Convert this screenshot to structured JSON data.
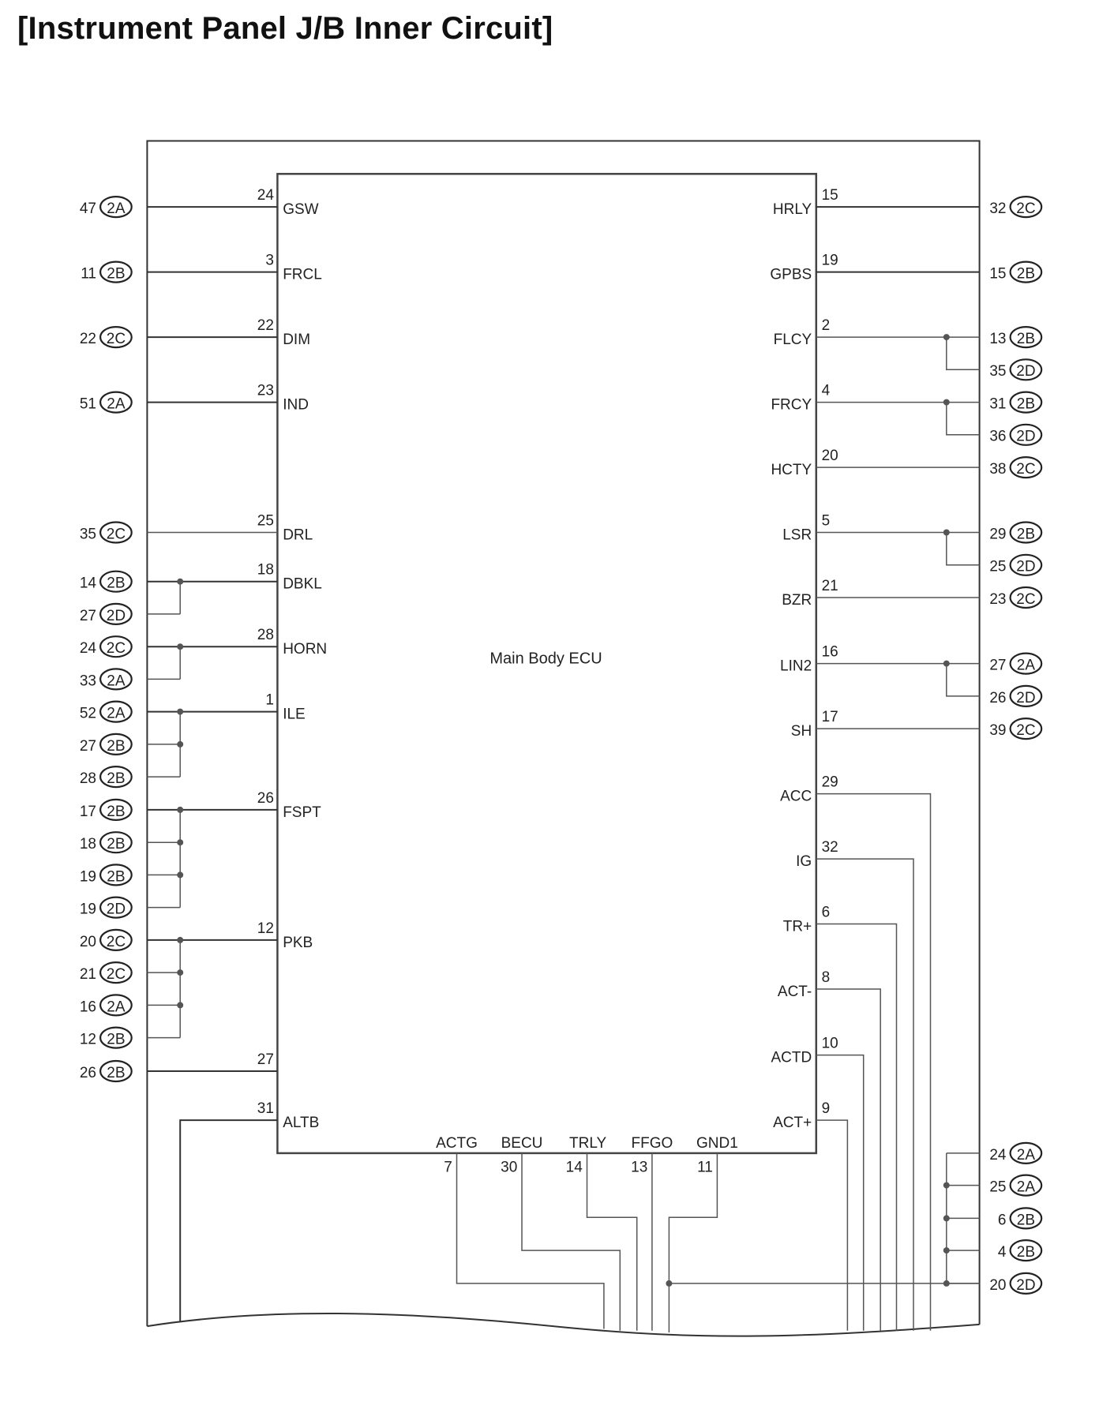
{
  "title": "[Instrument Panel J/B Inner Circuit]",
  "ecu_label": "Main Body ECU",
  "left_pins": [
    {
      "pin": "24",
      "name": "GSW",
      "ext": [
        {
          "num": "47",
          "conn": "2A"
        }
      ]
    },
    {
      "pin": "3",
      "name": "FRCL",
      "ext": [
        {
          "num": "11",
          "conn": "2B"
        }
      ]
    },
    {
      "pin": "22",
      "name": "DIM",
      "ext": [
        {
          "num": "22",
          "conn": "2C"
        }
      ]
    },
    {
      "pin": "23",
      "name": "IND",
      "ext": [
        {
          "num": "51",
          "conn": "2A"
        }
      ]
    },
    {
      "pin": "25",
      "name": "DRL",
      "ext": [
        {
          "num": "35",
          "conn": "2C"
        }
      ]
    },
    {
      "pin": "18",
      "name": "DBKL",
      "ext": [
        {
          "num": "14",
          "conn": "2B"
        },
        {
          "num": "27",
          "conn": "2D"
        }
      ]
    },
    {
      "pin": "28",
      "name": "HORN",
      "ext": [
        {
          "num": "24",
          "conn": "2C"
        },
        {
          "num": "33",
          "conn": "2A"
        }
      ]
    },
    {
      "pin": "1",
      "name": "ILE",
      "ext": [
        {
          "num": "52",
          "conn": "2A"
        },
        {
          "num": "27",
          "conn": "2B"
        },
        {
          "num": "28",
          "conn": "2B"
        }
      ]
    },
    {
      "pin": "26",
      "name": "FSPT",
      "ext": [
        {
          "num": "17",
          "conn": "2B"
        },
        {
          "num": "18",
          "conn": "2B"
        },
        {
          "num": "19",
          "conn": "2B"
        },
        {
          "num": "19",
          "conn": "2D"
        }
      ]
    },
    {
      "pin": "12",
      "name": "PKB",
      "ext": [
        {
          "num": "20",
          "conn": "2C"
        },
        {
          "num": "21",
          "conn": "2C"
        },
        {
          "num": "16",
          "conn": "2A"
        },
        {
          "num": "12",
          "conn": "2B"
        }
      ]
    },
    {
      "pin": "27",
      "name": "",
      "ext": [
        {
          "num": "26",
          "conn": "2B"
        }
      ]
    },
    {
      "pin": "31",
      "name": "ALTB",
      "ext": []
    }
  ],
  "right_pins": [
    {
      "pin": "15",
      "name": "HRLY",
      "ext": [
        {
          "num": "32",
          "conn": "2C"
        }
      ]
    },
    {
      "pin": "19",
      "name": "GPBS",
      "ext": [
        {
          "num": "15",
          "conn": "2B"
        }
      ]
    },
    {
      "pin": "2",
      "name": "FLCY",
      "ext": [
        {
          "num": "13",
          "conn": "2B"
        },
        {
          "num": "35",
          "conn": "2D"
        }
      ]
    },
    {
      "pin": "4",
      "name": "FRCY",
      "ext": [
        {
          "num": "31",
          "conn": "2B"
        },
        {
          "num": "36",
          "conn": "2D"
        }
      ]
    },
    {
      "pin": "20",
      "name": "HCTY",
      "ext": [
        {
          "num": "38",
          "conn": "2C"
        }
      ]
    },
    {
      "pin": "5",
      "name": "LSR",
      "ext": [
        {
          "num": "29",
          "conn": "2B"
        },
        {
          "num": "25",
          "conn": "2D"
        }
      ]
    },
    {
      "pin": "21",
      "name": "BZR",
      "ext": [
        {
          "num": "23",
          "conn": "2C"
        }
      ]
    },
    {
      "pin": "16",
      "name": "LIN2",
      "ext": [
        {
          "num": "27",
          "conn": "2A"
        },
        {
          "num": "26",
          "conn": "2D"
        }
      ]
    },
    {
      "pin": "17",
      "name": "SH",
      "ext": [
        {
          "num": "39",
          "conn": "2C"
        }
      ]
    },
    {
      "pin": "29",
      "name": "ACC",
      "ext": []
    },
    {
      "pin": "32",
      "name": "IG",
      "ext": []
    },
    {
      "pin": "6",
      "name": "TR+",
      "ext": []
    },
    {
      "pin": "8",
      "name": "ACT-",
      "ext": []
    },
    {
      "pin": "10",
      "name": "ACTD",
      "ext": []
    },
    {
      "pin": "9",
      "name": "ACT+",
      "ext": []
    }
  ],
  "bottom_pins": [
    {
      "pin": "7",
      "name": "ACTG"
    },
    {
      "pin": "30",
      "name": "BECU"
    },
    {
      "pin": "14",
      "name": "TRLY"
    },
    {
      "pin": "13",
      "name": "FFGO"
    },
    {
      "pin": "11",
      "name": "GND1"
    }
  ],
  "ground_terminals": [
    {
      "num": "24",
      "conn": "2A"
    },
    {
      "num": "25",
      "conn": "2A"
    },
    {
      "num": "6",
      "conn": "2B"
    },
    {
      "num": "4",
      "conn": "2B"
    },
    {
      "num": "20",
      "conn": "2D"
    }
  ]
}
